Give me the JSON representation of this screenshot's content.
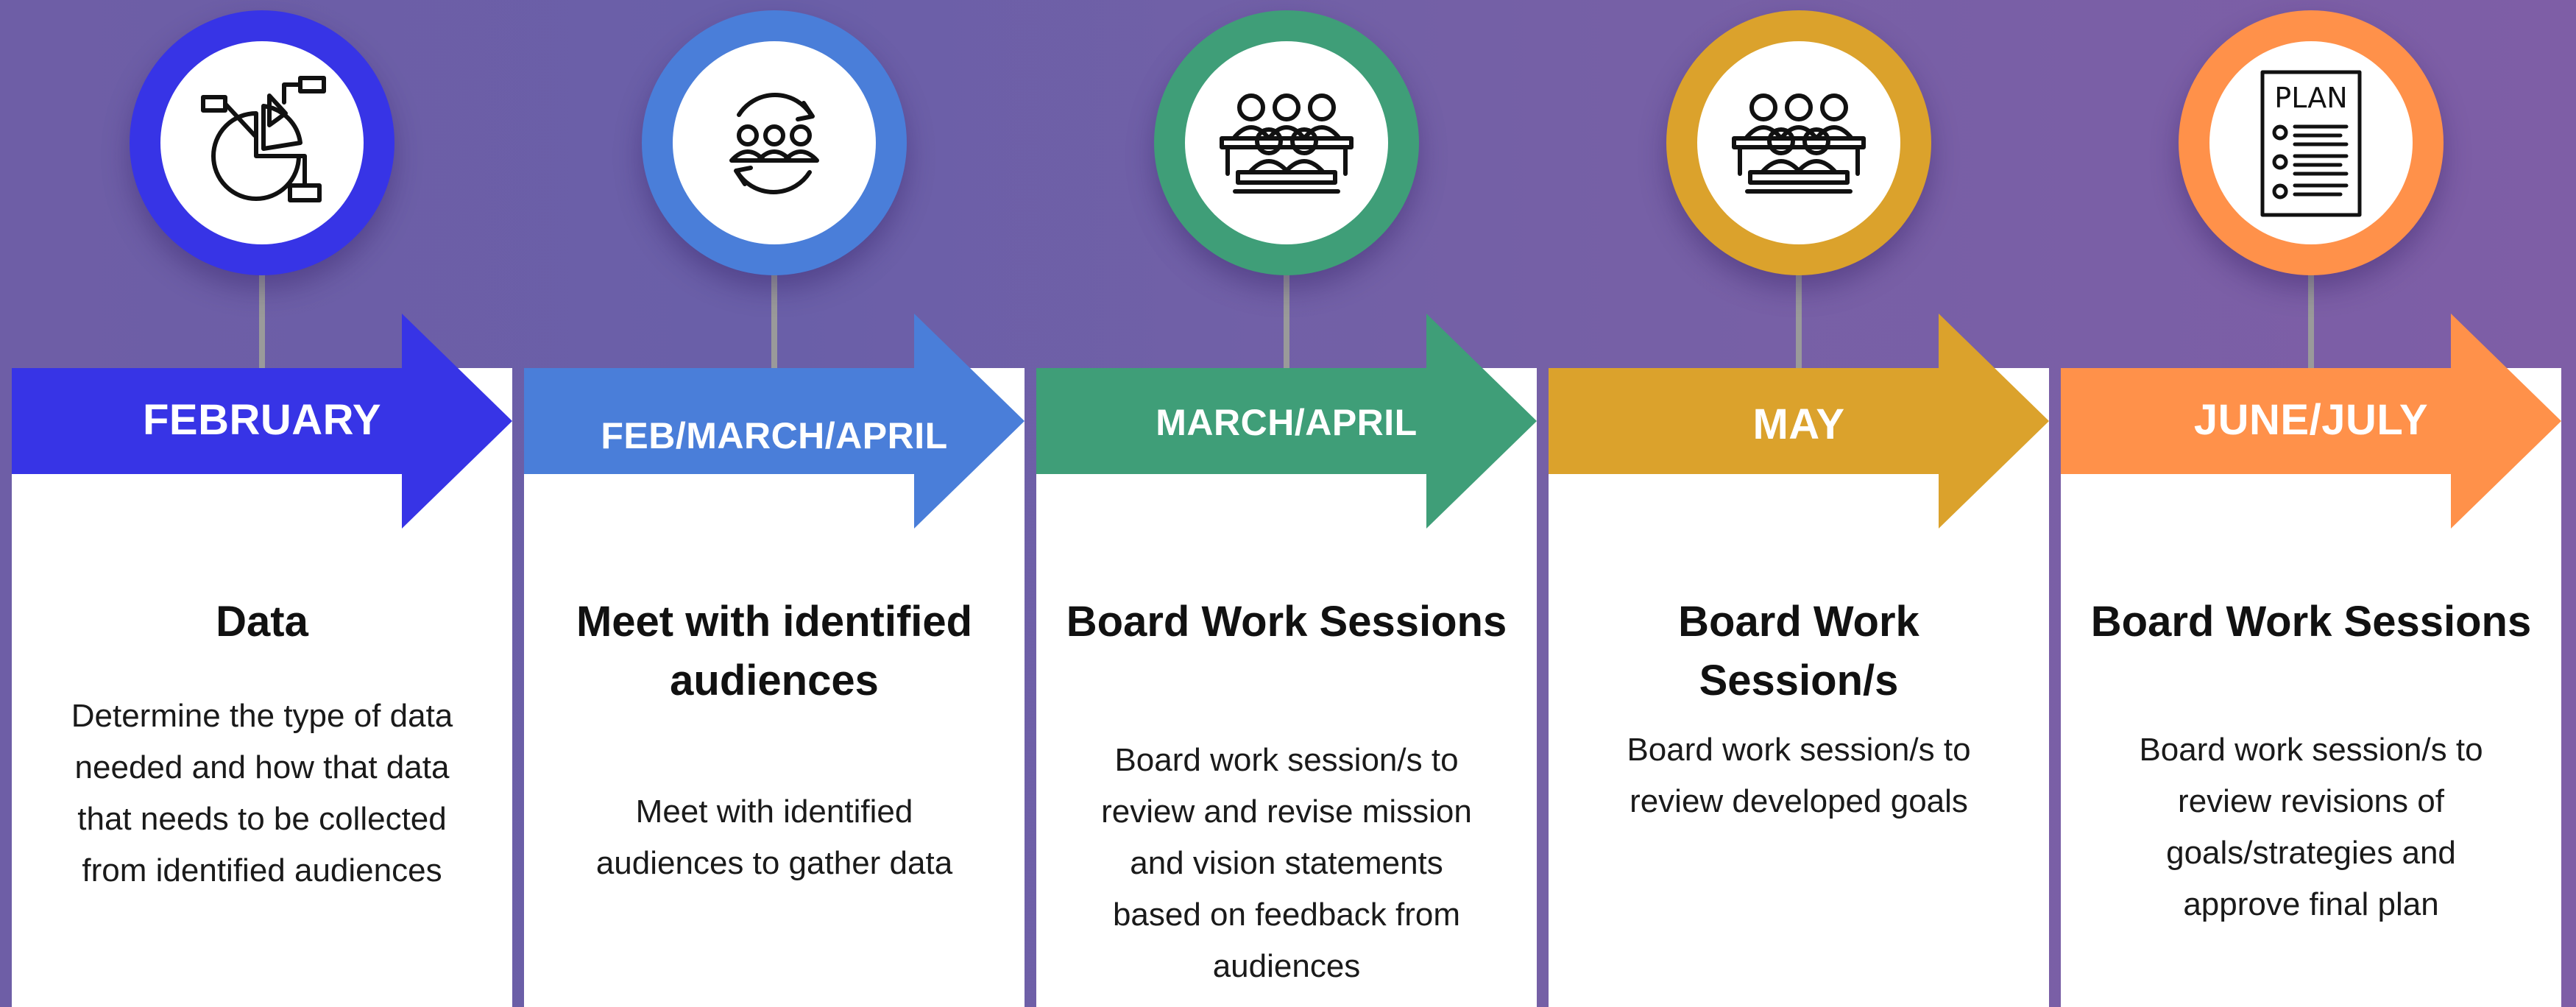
{
  "colors": {
    "step1": "#3734e6",
    "step2": "#4a7ed9",
    "step3": "#3f9e78",
    "step4": "#dba22c",
    "step5": "#ff914a"
  },
  "steps": [
    {
      "period": "FEBRUARY",
      "icon": "pie-chart-data-icon",
      "title": "Data",
      "description": "Determine the type of data needed and how that data that needs to be collected from identified audiences"
    },
    {
      "period": "FEB/MARCH/APRIL",
      "icon": "people-cycle-icon",
      "title": "Meet with identified audiences",
      "description": "Meet with identified audiences to gather data"
    },
    {
      "period": "MARCH/APRIL",
      "icon": "board-meeting-icon",
      "title": "Board Work Sessions",
      "description": "Board work session/s to review and revise mission and vision statements based on feedback from audiences"
    },
    {
      "period": "MAY",
      "icon": "board-meeting-icon",
      "title": "Board Work Session/s",
      "description": "Board work session/s to review developed goals"
    },
    {
      "period": "JUNE/JULY",
      "icon": "plan-document-icon",
      "title": "Board Work Sessions",
      "description": "Board work session/s to review revisions of goals/strategies and approve final plan"
    }
  ],
  "plan_icon_text": "PLAN"
}
